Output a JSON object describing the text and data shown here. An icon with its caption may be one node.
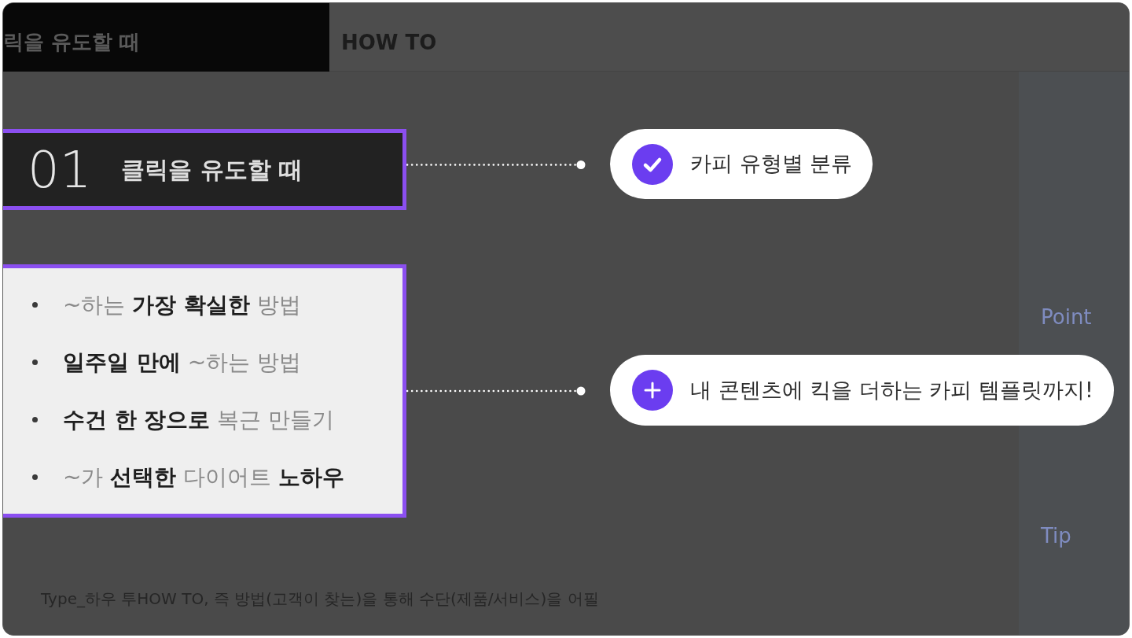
{
  "diagram": {
    "nodes": [
      {
        "text": [
          "01",
          "클릭을 유도할 때"
        ]
      },
      {
        "text": [
          "~하는 **가장 확실한** 방법",
          "**일주일 만에** ~하는 방법",
          "**수건 한 장으로** 복근 만들기",
          "~가 **선택한** 다이어트 **노하우**"
        ]
      },
      {
        "text": [
          "카피 유형별 분류"
        ]
      },
      {
        "text": [
          "내 콘텐츠에 킥을 더하는 카피 템플릿까지!"
        ]
      }
    ],
    "edges": [
      {
        "from": 0,
        "to": 2,
        "arrow": "other",
        "style": "dashed"
      },
      {
        "from": 1,
        "to": 3,
        "arrow": "other",
        "style": "dashed"
      }
    ],
    "labels": [
      "릭을 유도할 때",
      "HOW TO",
      "Point",
      "Tip",
      "Type_하우 투HOW TO, 즉 방법(고객이 찾는)을 통해 수단(제품/서비스)을 어필"
    ]
  }
}
